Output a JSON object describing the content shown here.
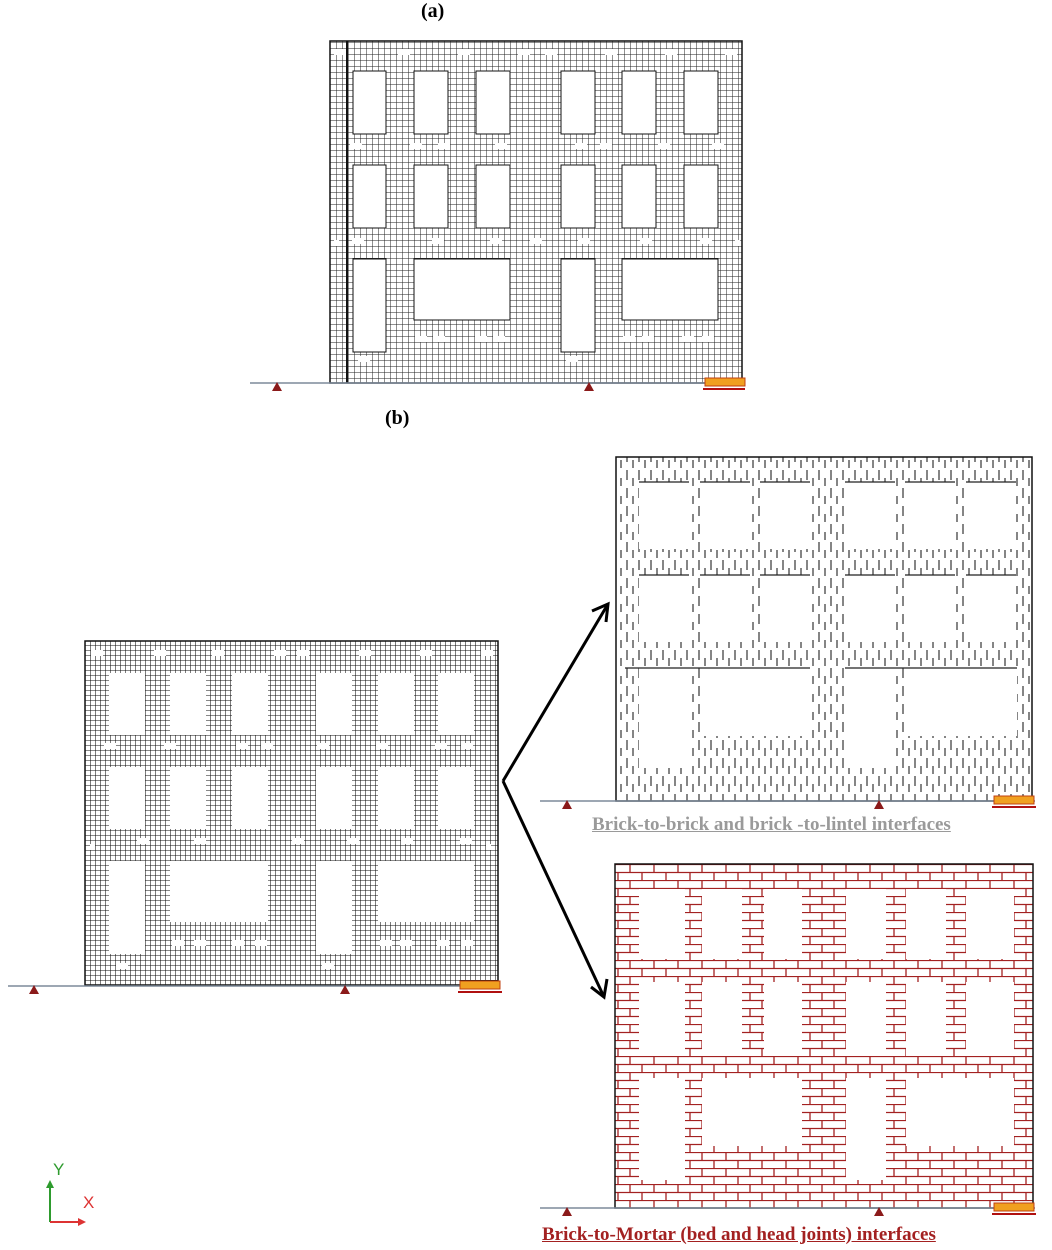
{
  "panel_a": {
    "label": "(a)"
  },
  "panel_b": {
    "label": "(b)",
    "caption_top": "Brick-to-brick and brick -to-lintel interfaces",
    "caption_bottom": "Brick-to-Mortar (bed and head joints) interfaces"
  },
  "axes": {
    "y": "Y",
    "x": "X"
  },
  "colors": {
    "mesh": "#222222",
    "mortar_interface": "#a32121",
    "brick_interface": "#444444",
    "support": "#8b1a1a",
    "load_plate": "#f0a020",
    "ground": "#7d8a9a"
  }
}
